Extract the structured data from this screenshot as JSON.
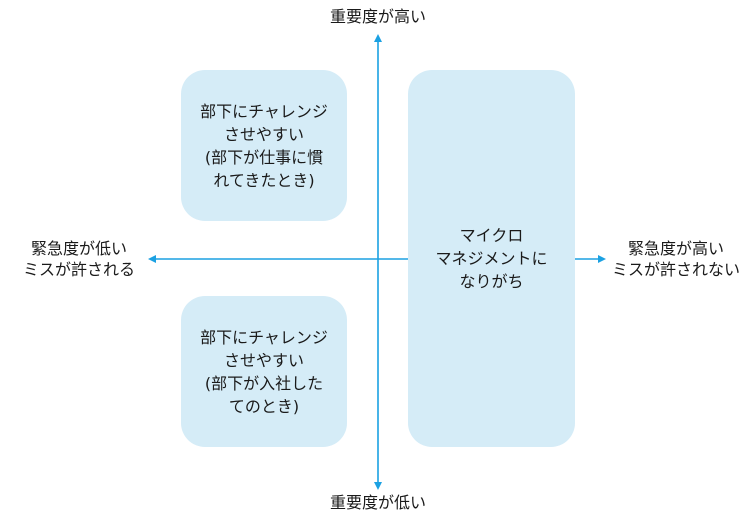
{
  "axes": {
    "top_label": "重要度が高い",
    "bottom_label": "重要度が低い",
    "left_label": "緊急度が低い\nミスが許される",
    "right_label": "緊急度が高い\nミスが許されない",
    "line_color": "#1ba1e2"
  },
  "quadrants": {
    "top_left": "部下にチャレンジ\nさせやすい\n(部下が仕事に慣\nれてきたとき)",
    "bottom_left": "部下にチャレンジ\nさせやすい\n(部下が入社した\nてのとき)",
    "right": "マイクロ\nマネジメントに\nなりがち"
  },
  "colors": {
    "box_fill": "#d5ecf7"
  }
}
